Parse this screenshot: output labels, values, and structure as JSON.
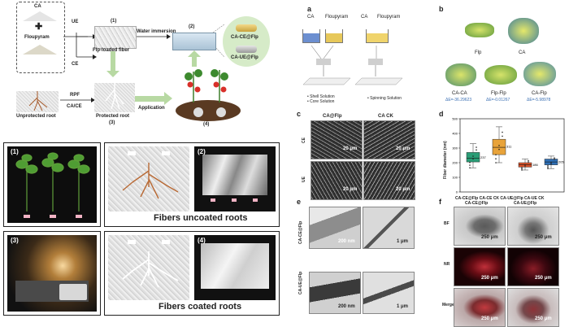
{
  "schematic": {
    "ca_label": "CA",
    "floupyram_label": "Floupyram",
    "ue_label": "UE",
    "ce_label": "CE",
    "step1": "(1)",
    "flp_fiber": "Flp-loaded fiber",
    "water": "Water immersion",
    "step2": "(2)",
    "ca_ce_flp": "CA-CE@Flp",
    "ca_ue_flp": "CA-UE@Flp",
    "rpf": "RPF",
    "ca_ce": "CA/CE",
    "unprotected": "Unprotected root",
    "protected": "Protected root",
    "step3": "(3)",
    "application": "Application",
    "step4": "(4)"
  },
  "photos": {
    "p1": "(1)",
    "p2": "(2)",
    "p3": "(3)",
    "p4": "(4)",
    "uncoated": "Fibers uncoated roots",
    "coated": "Fibers coated roots"
  },
  "panel_a": {
    "letter": "a",
    "ca1": "CA",
    "flo1": "Floupyram",
    "ca2": "CA",
    "flo2": "Floupyram",
    "legend1": "• Shell Solution",
    "legend2": "• Core Solution",
    "legend3": "• Spinning Solution"
  },
  "panel_b": {
    "letter": "b",
    "flp": "Flp",
    "ca": "CA",
    "caca": "CA-CA",
    "flpflp": "Flp-Flp",
    "caflp": "CA-Flp",
    "e1": "ΔE=-36.29623",
    "e2": "ΔE=-0.01267",
    "e3": "ΔE=-5.98978"
  },
  "panel_c": {
    "letter": "c",
    "col1": "CA@Flp",
    "col2": "CA CK",
    "row1": "CE",
    "row2": "UE",
    "scale": "20 μm"
  },
  "panel_d": {
    "letter": "d",
    "ylabel": "Fiber diameter (nm)",
    "xlabels": "CA-CE@Flp CA-CE CK CA-UE@Flp CA-UE CK"
  },
  "panel_e": {
    "letter": "e",
    "row1": "CA-CE@Flp",
    "row2": "CA-UE@Flp",
    "s1": "200 nm",
    "s2": "1 μm",
    "s3": "200 nm",
    "s4": "1 μm"
  },
  "panel_f": {
    "letter": "f",
    "col1": "CA-CE@Flp",
    "col2": "CA-UE@Flp",
    "r1": "BF",
    "r2": "NR",
    "r3": "Merge",
    "scale": "250 μm"
  },
  "chart_data": {
    "type": "box",
    "categories": [
      "CA-CE@Flp",
      "CA-CE CK",
      "CA-UE@Flp",
      "CA-UE CK"
    ],
    "ylabel": "Fiber diameter (nm)",
    "ylim": [
      0,
      500
    ],
    "yticks": [
      0,
      100,
      200,
      300,
      400,
      500
    ],
    "means": [
      237,
      311,
      186,
      205
    ],
    "boxes": [
      {
        "q1": 205,
        "median": 230,
        "q3": 270,
        "min": 165,
        "max": 330
      },
      {
        "q1": 255,
        "median": 305,
        "q3": 360,
        "min": 200,
        "max": 445
      },
      {
        "q1": 170,
        "median": 185,
        "q3": 200,
        "min": 150,
        "max": 225
      },
      {
        "q1": 185,
        "median": 205,
        "q3": 225,
        "min": 160,
        "max": 245
      }
    ],
    "colors": [
      "#2a9d76",
      "#e8a33a",
      "#d9532a",
      "#2f6fb5"
    ]
  }
}
